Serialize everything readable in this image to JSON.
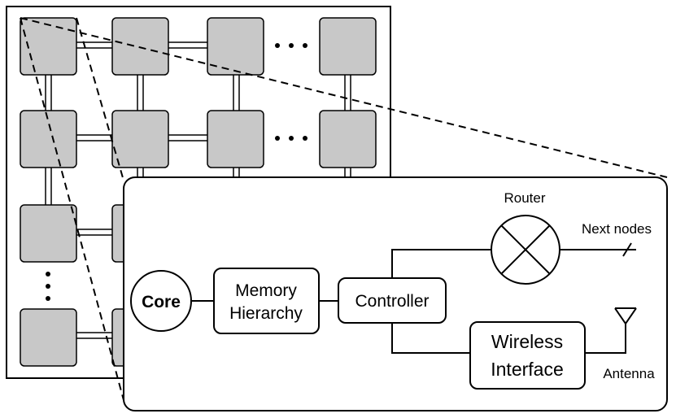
{
  "diagram": {
    "core_label": "Core",
    "memory_label_line1": "Memory",
    "memory_label_line2": "Hierarchy",
    "controller_label": "Controller",
    "router_label": "Router",
    "next_nodes_label": "Next nodes",
    "wireless_label_line1": "Wireless",
    "wireless_label_line2": "Interface",
    "antenna_label": "Antenna",
    "ellipsis_h": "· · ·",
    "ellipsis_v": "⋮"
  },
  "colors": {
    "tile_fill": "#c8c8c8",
    "stroke": "#000000",
    "background": "#ffffff"
  }
}
